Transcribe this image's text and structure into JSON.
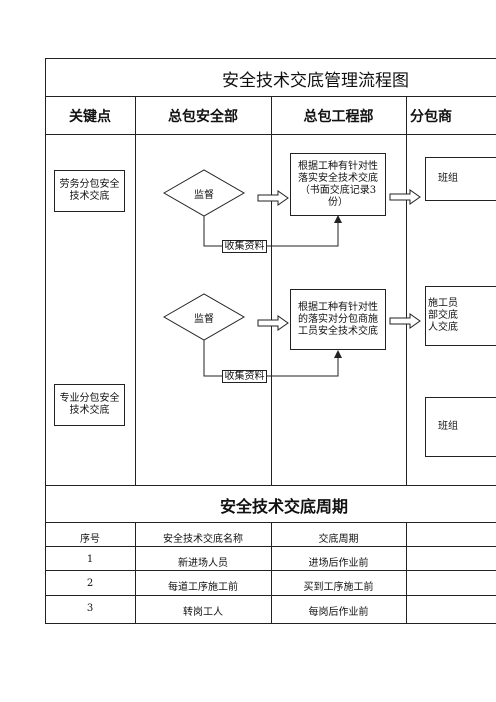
{
  "flow": {
    "title": "安全技术交底管理流程图",
    "headers": [
      "关键点",
      "总包安全部",
      "总包工程部",
      "分包商"
    ],
    "key_points": [
      "劳务分包安全技术交底",
      "专业分包安全技术交底"
    ],
    "diamonds": [
      "监督",
      "监督"
    ],
    "engineering_boxes": [
      "根据工种有针对性落实安全技术交底（书面交底记录3份）",
      "根据工种有针对性的落实对分包商施工员安全技术交底"
    ],
    "collect_labels": [
      "收集资料",
      "收集资料"
    ],
    "sub_boxes": [
      "班组",
      "施工员部交底人交底",
      "班组"
    ]
  },
  "cycle": {
    "title": "安全技术交底周期",
    "columns": [
      "序号",
      "安全技术交底名称",
      "交底周期"
    ],
    "rows": [
      [
        "1",
        "新进场人员",
        "进场后作业前"
      ],
      [
        "2",
        "每道工序施工前",
        "买到工序施工前"
      ],
      [
        "3",
        "转岗工人",
        "每岗后作业前"
      ]
    ]
  }
}
